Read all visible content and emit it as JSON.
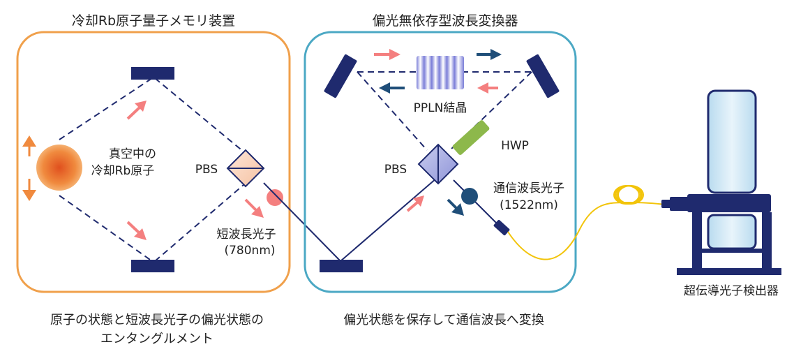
{
  "left_module": {
    "title": "冷却Rb原子量子メモリ装置",
    "atom_label_line1": "真空中の",
    "atom_label_line2": "冷却Rb原子",
    "pbs_label": "PBS",
    "photon_label_line1": "短波長光子",
    "photon_label_line2": "(780nm)",
    "caption_line1": "原子の状態と短波長光子の偏光状態の",
    "caption_line2": "エンタングルメント"
  },
  "right_module": {
    "title": "偏光無依存型波長変換器",
    "crystal_label": "PPLN結晶",
    "hwp_label": "HWP",
    "pbs_label": "PBS",
    "photon_label_line1": "通信波長光子",
    "photon_label_line2": "(1522nm)",
    "caption": "偏光状態を保存して通信波長へ変換"
  },
  "detector": {
    "label": "超伝導光子検出器"
  },
  "colors": {
    "orange_frame": "#f0a04b",
    "teal_frame": "#4ba8c4",
    "navy": "#1f2a6e",
    "pink_arrow": "#f47f7f",
    "blue_arrow": "#1f4e79",
    "fiber": "#f2c40a",
    "hwp": "#8db84b",
    "detector_window": "#cfe6f4"
  }
}
